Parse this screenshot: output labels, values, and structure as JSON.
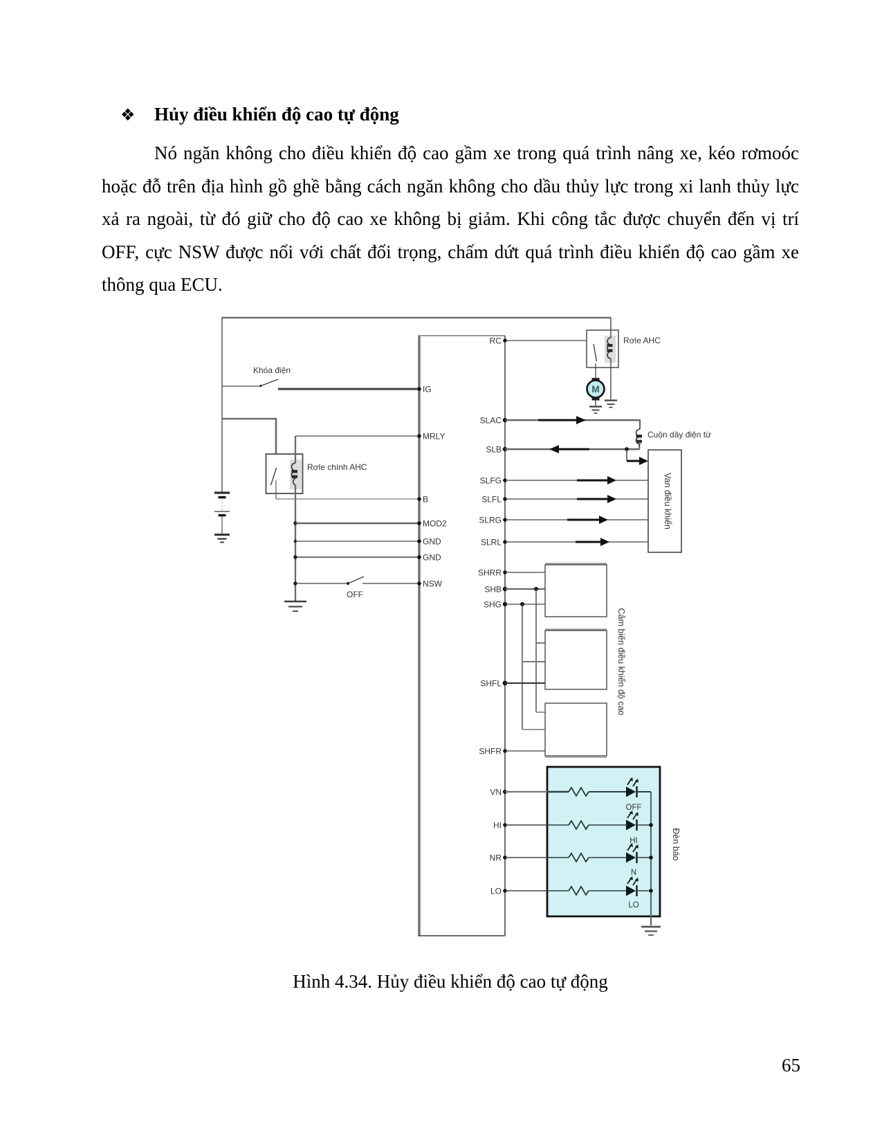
{
  "page": {
    "number": "65"
  },
  "heading": {
    "bullet": "❖",
    "text": "Hủy điều khiển độ cao tự động"
  },
  "paragraph": {
    "lines": [
      "Nó ngăn không cho điều khiển độ cao gầm xe trong quá trình nâng xe, kéo rơmoóc",
      "hoặc đỗ trên địa hình gồ ghề bằng cách ngăn không cho dầu thủy lực trong xi lanh thủy lực",
      "xả ra ngoài, từ đó giữ cho độ cao xe không bị giảm. Khi công tắc được chuyển đến vị trí",
      "OFF, cực NSW được nối với chất đối trọng, chấm dứt quá trình điều khiển độ cao gầm xe",
      "thông qua ECU."
    ]
  },
  "figure": {
    "caption": "Hình 4.34. Hủy điều khiển độ cao tự động"
  },
  "diagram": {
    "labels": {
      "ignition": "Khóa điện",
      "main_relay": "Rơle chính AHC",
      "ahc_relay": "Rơle AHC",
      "motor": "M",
      "solenoid_coil": "Cuộn dây điện từ",
      "control_valve": "Van điều khiển",
      "height_sensors": "Cảm biến điều khiển độ cao",
      "indicator_lamps": "Đèn báo",
      "off_switch": "OFF"
    },
    "ecu_pins_left": [
      "IG",
      "MRLY",
      "B",
      "MOD2",
      "GND",
      "GND",
      "NSW"
    ],
    "ecu_pins_right": [
      "RC",
      "SLAC",
      "SLB",
      "SLFG",
      "SLFL",
      "SLRG",
      "SLRL",
      "SHRR",
      "SHB",
      "SHG",
      "SHFL",
      "SHFR",
      "VN",
      "HI",
      "NR",
      "LO"
    ],
    "indicator_leds": [
      "OFF",
      "HI",
      "N",
      "LO"
    ],
    "colors": {
      "indicator_fill": "#d2f1f4",
      "motor_fill": "#c2ecef"
    }
  }
}
